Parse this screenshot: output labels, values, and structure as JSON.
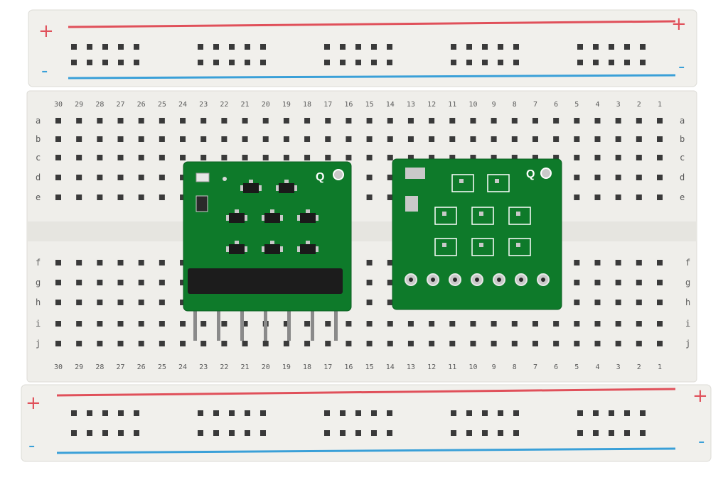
{
  "scene": {
    "subject": "breadboard-with-two-pcb-modules",
    "colors": {
      "board": "#f1f0ec",
      "hole": "#3a3a3a",
      "rail_red": "#e0505a",
      "rail_blue": "#3aa0d8",
      "pcb": "#0e7a2a",
      "pad": "#c9c9c9",
      "pin": "#8a8a8a"
    }
  },
  "breadboard": {
    "columns": 30,
    "top_rows": [
      "a",
      "b",
      "c",
      "d",
      "e"
    ],
    "bottom_rows": [
      "f",
      "g",
      "h",
      "i",
      "j"
    ],
    "rail_top_left_plus": "+",
    "rail_top_left_minus": "-",
    "rail_top_right_plus": "+",
    "rail_top_right_minus": "-",
    "rail_bottom_left_plus": "+",
    "rail_bottom_left_minus": "-",
    "rail_bottom_right_plus": "+",
    "rail_bottom_right_minus": "-"
  },
  "left_module": {
    "marking_q": "Q",
    "header_pins": 7
  },
  "right_module": {
    "marking_q": "Q",
    "through_holes": 7
  }
}
